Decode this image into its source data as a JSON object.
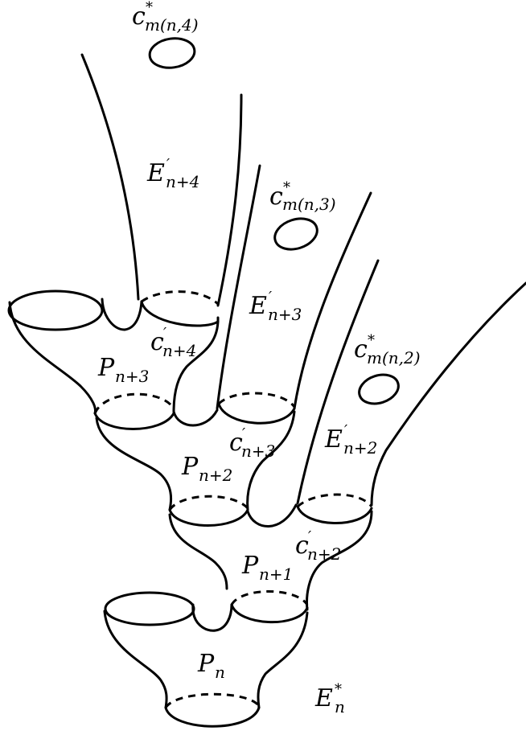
{
  "diagram": {
    "labels": {
      "c_star_4": {
        "base": "c",
        "sup": "*",
        "sub": "m(n,4)"
      },
      "c_star_3": {
        "base": "c",
        "sup": "*",
        "sub": "m(n,3)"
      },
      "c_star_2": {
        "base": "c",
        "sup": "*",
        "sub": "m(n,2)"
      },
      "e_prime_n4": {
        "base": "E",
        "sup": "′",
        "sub": "n+4"
      },
      "e_prime_n3": {
        "base": "E",
        "sup": "′",
        "sub": "n+3"
      },
      "e_prime_n2": {
        "base": "E",
        "sup": "′",
        "sub": "n+2"
      },
      "c_prime_n4": {
        "base": "c",
        "sup": "′",
        "sub": "n+4"
      },
      "c_prime_n3": {
        "base": "c",
        "sup": "′",
        "sub": "n+3"
      },
      "c_prime_n2": {
        "base": "c",
        "sup": "′",
        "sub": "n+2"
      },
      "p_n3": {
        "base": "P",
        "sub": "n+3"
      },
      "p_n2": {
        "base": "P",
        "sub": "n+2"
      },
      "p_n1": {
        "base": "P",
        "sub": "n+1"
      },
      "p_n": {
        "base": "P",
        "sub": "n"
      },
      "e_star_n": {
        "base": "E",
        "sup": "*",
        "sub": "n"
      }
    }
  }
}
